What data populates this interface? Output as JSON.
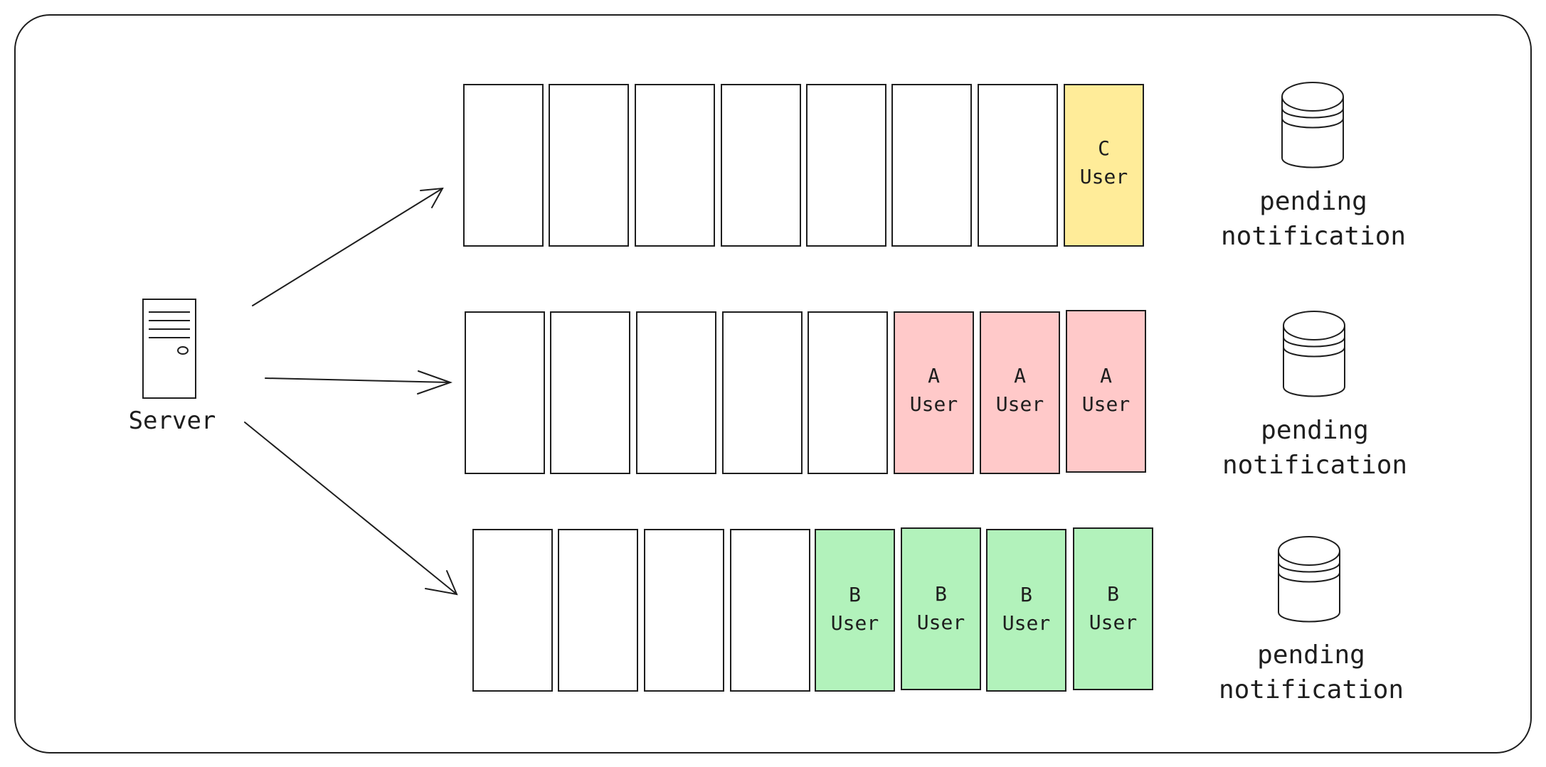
{
  "server": {
    "label": "Server",
    "icon": "server-tower-icon"
  },
  "queues": [
    {
      "storage_label_line1": "pending",
      "storage_label_line2": "notification",
      "storage_icon": "database-icon",
      "slots": [
        {
          "line1": "",
          "line2": "",
          "color": "#ffffff"
        },
        {
          "line1": "",
          "line2": "",
          "color": "#ffffff"
        },
        {
          "line1": "",
          "line2": "",
          "color": "#ffffff"
        },
        {
          "line1": "",
          "line2": "",
          "color": "#ffffff"
        },
        {
          "line1": "",
          "line2": "",
          "color": "#ffffff"
        },
        {
          "line1": "",
          "line2": "",
          "color": "#ffffff"
        },
        {
          "line1": "",
          "line2": "",
          "color": "#ffffff"
        },
        {
          "line1": "C",
          "line2": "User",
          "color": "#ffec99"
        }
      ]
    },
    {
      "storage_label_line1": "pending",
      "storage_label_line2": "notification",
      "storage_icon": "database-icon",
      "slots": [
        {
          "line1": "",
          "line2": "",
          "color": "#ffffff"
        },
        {
          "line1": "",
          "line2": "",
          "color": "#ffffff"
        },
        {
          "line1": "",
          "line2": "",
          "color": "#ffffff"
        },
        {
          "line1": "",
          "line2": "",
          "color": "#ffffff"
        },
        {
          "line1": "",
          "line2": "",
          "color": "#ffffff"
        },
        {
          "line1": "A",
          "line2": "User",
          "color": "#ffc9c9"
        },
        {
          "line1": "A",
          "line2": "User",
          "color": "#ffc9c9"
        },
        {
          "line1": "A",
          "line2": "User",
          "color": "#ffc9c9"
        }
      ]
    },
    {
      "storage_label_line1": "pending",
      "storage_label_line2": "notification",
      "storage_icon": "database-icon",
      "slots": [
        {
          "line1": "",
          "line2": "",
          "color": "#ffffff"
        },
        {
          "line1": "",
          "line2": "",
          "color": "#ffffff"
        },
        {
          "line1": "",
          "line2": "",
          "color": "#ffffff"
        },
        {
          "line1": "",
          "line2": "",
          "color": "#ffffff"
        },
        {
          "line1": "B",
          "line2": "User",
          "color": "#b2f2bb"
        },
        {
          "line1": "B",
          "line2": "User",
          "color": "#b2f2bb"
        },
        {
          "line1": "B",
          "line2": "User",
          "color": "#b2f2bb"
        },
        {
          "line1": "B",
          "line2": "User",
          "color": "#b2f2bb"
        }
      ]
    }
  ],
  "colors": {
    "stroke": "#1e1e1e",
    "empty_slot": "#ffffff",
    "user_c": "#ffec99",
    "user_a": "#ffc9c9",
    "user_b": "#b2f2bb"
  }
}
